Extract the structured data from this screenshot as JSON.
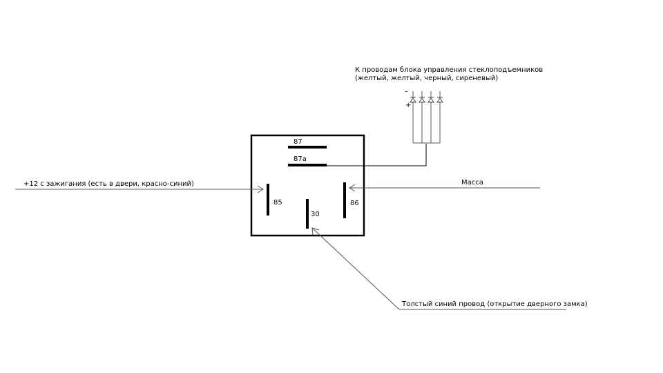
{
  "relay": {
    "pin_87": "87",
    "pin_87a": "87a",
    "pin_85": "85",
    "pin_86": "86",
    "pin_30": "30"
  },
  "labels": {
    "window_title_line1": "К проводам блока управления стеклоподъемников",
    "window_title_line2": "(желтый, желтый, черный, сиреневый)",
    "minus_sign": "–",
    "plus_sign": "+",
    "ignition": "+12 с зажигания (есть в двери, красно-синий)",
    "ground": "Масса",
    "blue_wire": "Толстый синий провод (открытие дверного замка)"
  }
}
